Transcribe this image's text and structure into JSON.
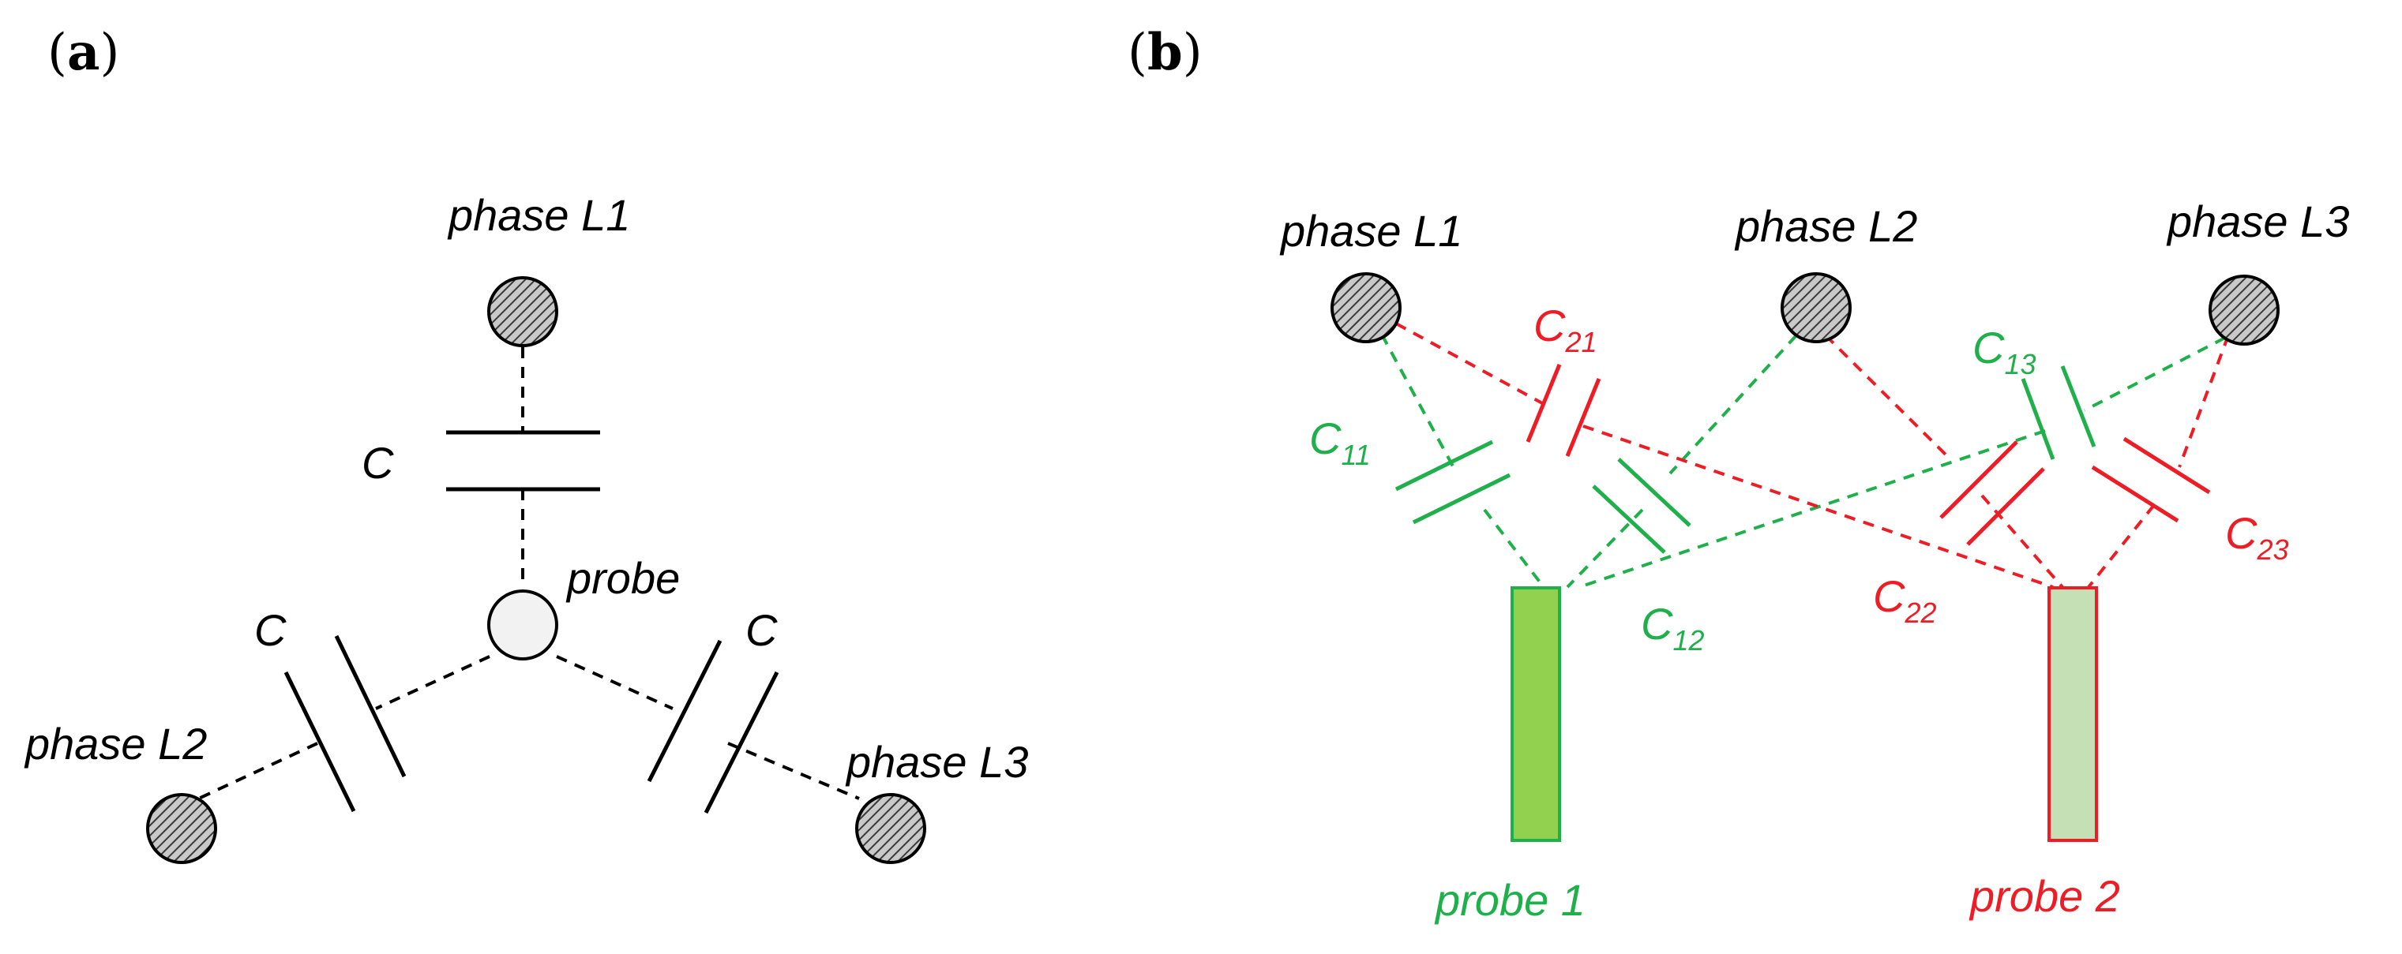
{
  "panel_a": {
    "label_open": "(",
    "label_letter": "a",
    "label_close": ")",
    "phase_l1": "phase L1",
    "phase_l2": "phase L2",
    "phase_l3": "phase L3",
    "probe": "probe",
    "cap_top": "C",
    "cap_left": "C",
    "cap_right": "C"
  },
  "panel_b": {
    "label_open": "(",
    "label_letter": "b",
    "label_close": ")",
    "phase_l1": "phase L1",
    "phase_l2": "phase L2",
    "phase_l3": "phase L3",
    "probe1": "probe 1",
    "probe2": "probe 2",
    "caps": {
      "c11": {
        "base": "C",
        "sub": "11"
      },
      "c12": {
        "base": "C",
        "sub": "12"
      },
      "c13": {
        "base": "C",
        "sub": "13"
      },
      "c21": {
        "base": "C",
        "sub": "21"
      },
      "c22": {
        "base": "C",
        "sub": "22"
      },
      "c23": {
        "base": "C",
        "sub": "23"
      }
    }
  },
  "colors": {
    "probe1": "#1fb04b",
    "probe2": "#ee1c25",
    "probe1_fill": "#92d050",
    "probe2_fill": "#c5e0b4",
    "conductor": "#000000"
  }
}
